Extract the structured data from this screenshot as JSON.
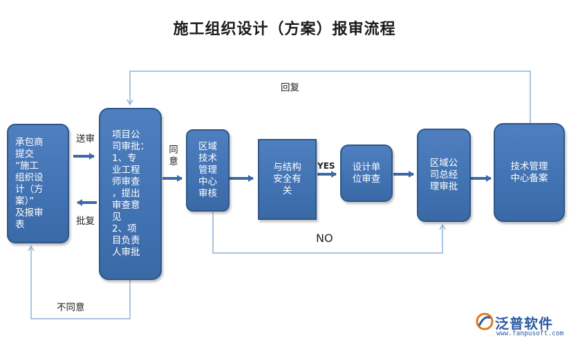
{
  "title": "施工组织设计（方案）报审流程",
  "nodes": {
    "contractor": "承包商\n提交\n“施工\n组织设\n计（方\n案）”\n及报审\n表",
    "project_manager": "项目公\n司审批：\n1、专\n业工程\n师审查\n，提出\n审查意\n见\n2、项\n目负责\n人审批",
    "region_tech": "区域\n技术\n管理\n中心\n审核",
    "structure_safety": "与结构\n安全有\n关",
    "design_unit": "设计单\n位审查",
    "region_gm": "区域公\n司总经\n理审批",
    "tech_center": "技术管理\n中心备案"
  },
  "edge_labels": {
    "submit": "送审",
    "reply": "批复",
    "agree": "同\n意",
    "yes": "YES",
    "no": "NO",
    "feedback": "回复",
    "disagree": "不同意"
  },
  "logo": {
    "name": "泛普软件",
    "url": "www.fanpusoft.com"
  },
  "colors": {
    "box_fill": "#4273b3",
    "box_border": "#2c5689",
    "arrow_thick": "#3b6aa8",
    "line_thin": "#8fb0d6"
  },
  "icons": {
    "logo_mark": "fanpu-logo-icon"
  }
}
